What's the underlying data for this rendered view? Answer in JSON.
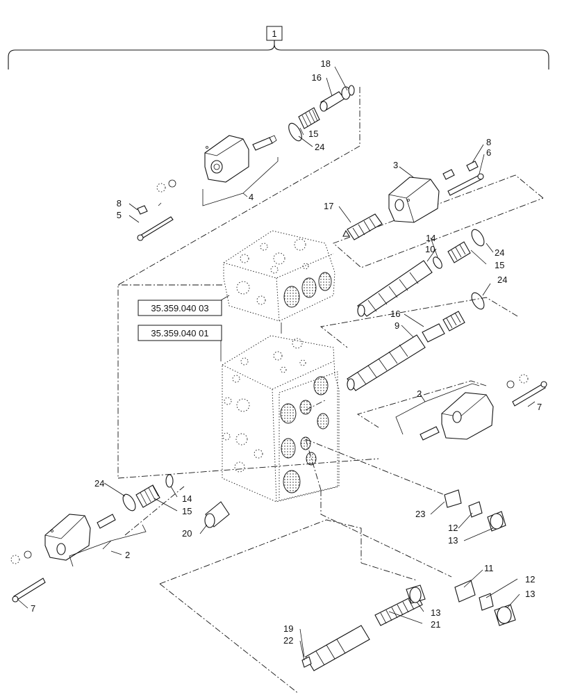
{
  "assembly_label": "1",
  "references": {
    "upper_section": "35.359.040 03",
    "lower_section": "35.359.040 01"
  },
  "callouts": [
    "18",
    "16",
    "15",
    "24",
    "4",
    "8",
    "5",
    "3",
    "8",
    "6",
    "17",
    "14",
    "10",
    "24",
    "15",
    "24",
    "16",
    "9",
    "2",
    "7",
    "24",
    "15",
    "14",
    "20",
    "2",
    "7",
    "23",
    "12",
    "13",
    "11",
    "12",
    "13",
    "13",
    "21",
    "19",
    "22"
  ]
}
